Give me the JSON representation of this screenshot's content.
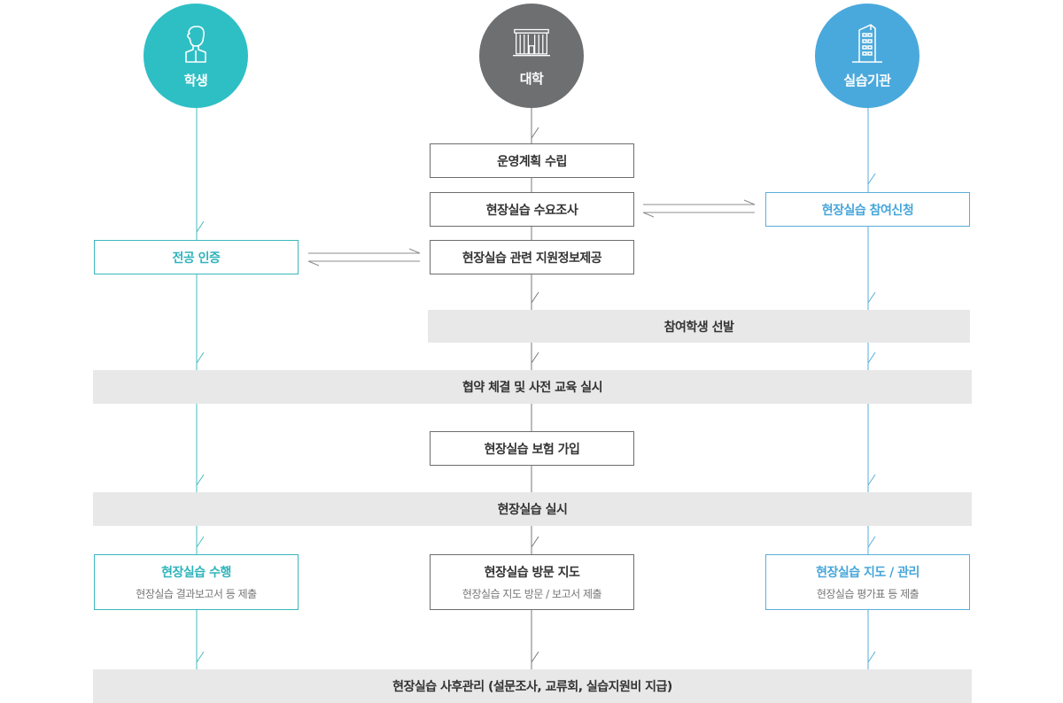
{
  "actors": {
    "student": {
      "label": "학생",
      "color": "#2ebfc5",
      "icon": "person-icon"
    },
    "university": {
      "label": "대학",
      "color": "#6e6f71",
      "icon": "university-building-icon"
    },
    "institution": {
      "label": "실습기관",
      "color": "#4aa9dc",
      "icon": "office-building-icon"
    }
  },
  "university_steps": {
    "plan": "운영계획 수립",
    "demand_survey": "현장실습 수요조사",
    "info_provision": "현장실습 관련 지원정보제공",
    "insurance": "현장실습 보험 가입",
    "visit_title": "현장실습 방문 지도",
    "visit_sub": "현장실습 지도 방문 / 보고서 제출"
  },
  "student_steps": {
    "major_cert": "전공 인증",
    "perform_title": "현장실습 수행",
    "perform_sub": "현장실습 결과보고서 등 제출"
  },
  "institution_steps": {
    "apply": "현장실습 참여신청",
    "guide_title": "현장실습 지도 / 관리",
    "guide_sub": "현장실습 평가표 등 제출"
  },
  "shared_steps": {
    "select_students": "참여학생 선발",
    "agreement": "협약 체결 및 사전 교육 실시",
    "conduct": "현장실습 실시",
    "aftercare": "현장실습 사후관리 (설문조사, 교류회, 실습지원비 지급)"
  },
  "colors": {
    "teal": "#2ebfc5",
    "gray": "#6e6f71",
    "blue": "#4aa9dc",
    "band": "#e8e8e9"
  }
}
